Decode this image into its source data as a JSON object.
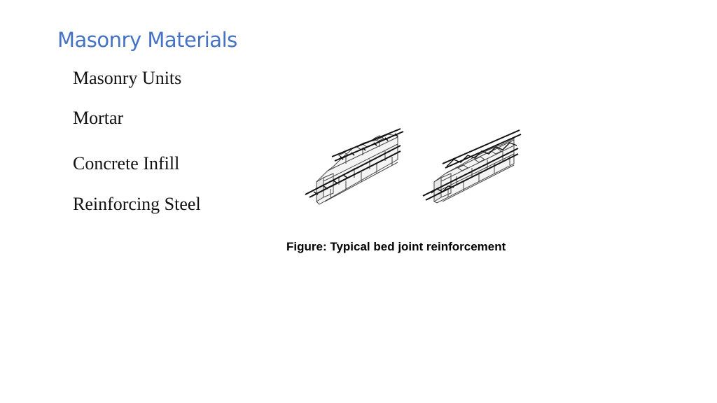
{
  "slide": {
    "title": "Masonry Materials",
    "bullets": [
      "Masonry Units",
      "Mortar",
      "Concrete Infill",
      "Reinforcing Steel"
    ],
    "figure": {
      "caption": "Figure: Typical bed joint reinforcement"
    }
  }
}
